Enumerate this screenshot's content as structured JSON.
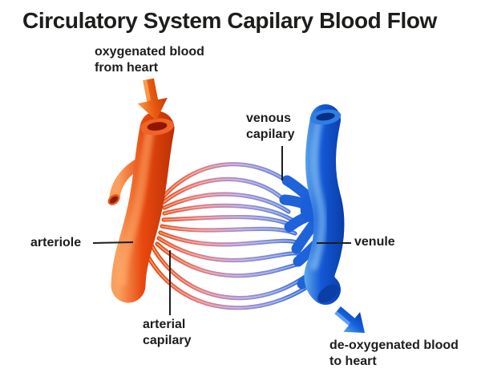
{
  "title": "Circulatory System Capilary Blood Flow",
  "labels": {
    "oxygenated_blood": {
      "line1": "oxygenated blood",
      "line2": "from heart"
    },
    "venous_capillary": {
      "line1": "venous",
      "line2": "capilary"
    },
    "arteriole": {
      "text": "arteriole"
    },
    "venule": {
      "text": "venule"
    },
    "arterial_capillary": {
      "line1": "arterial",
      "line2": "capilary"
    },
    "deoxygenated_blood": {
      "line1": "de-oxygenated blood",
      "line2": "to heart"
    }
  },
  "icons": {
    "oxygenated_flow_arrow": "orange-down-arrow",
    "deoxygenated_flow_arrow": "blue-down-right-arrow"
  },
  "colors": {
    "arteriole_orange": "#e8490f",
    "arteriole_light": "#f9a05e",
    "arteriole_dark": "#9e2403",
    "venule_blue": "#1459d6",
    "venule_light": "#6fb6f0",
    "venule_dark": "#083390",
    "capillary_purple": "#a88ccd",
    "label_text": "#1d1d1b",
    "background": "#ffffff"
  }
}
